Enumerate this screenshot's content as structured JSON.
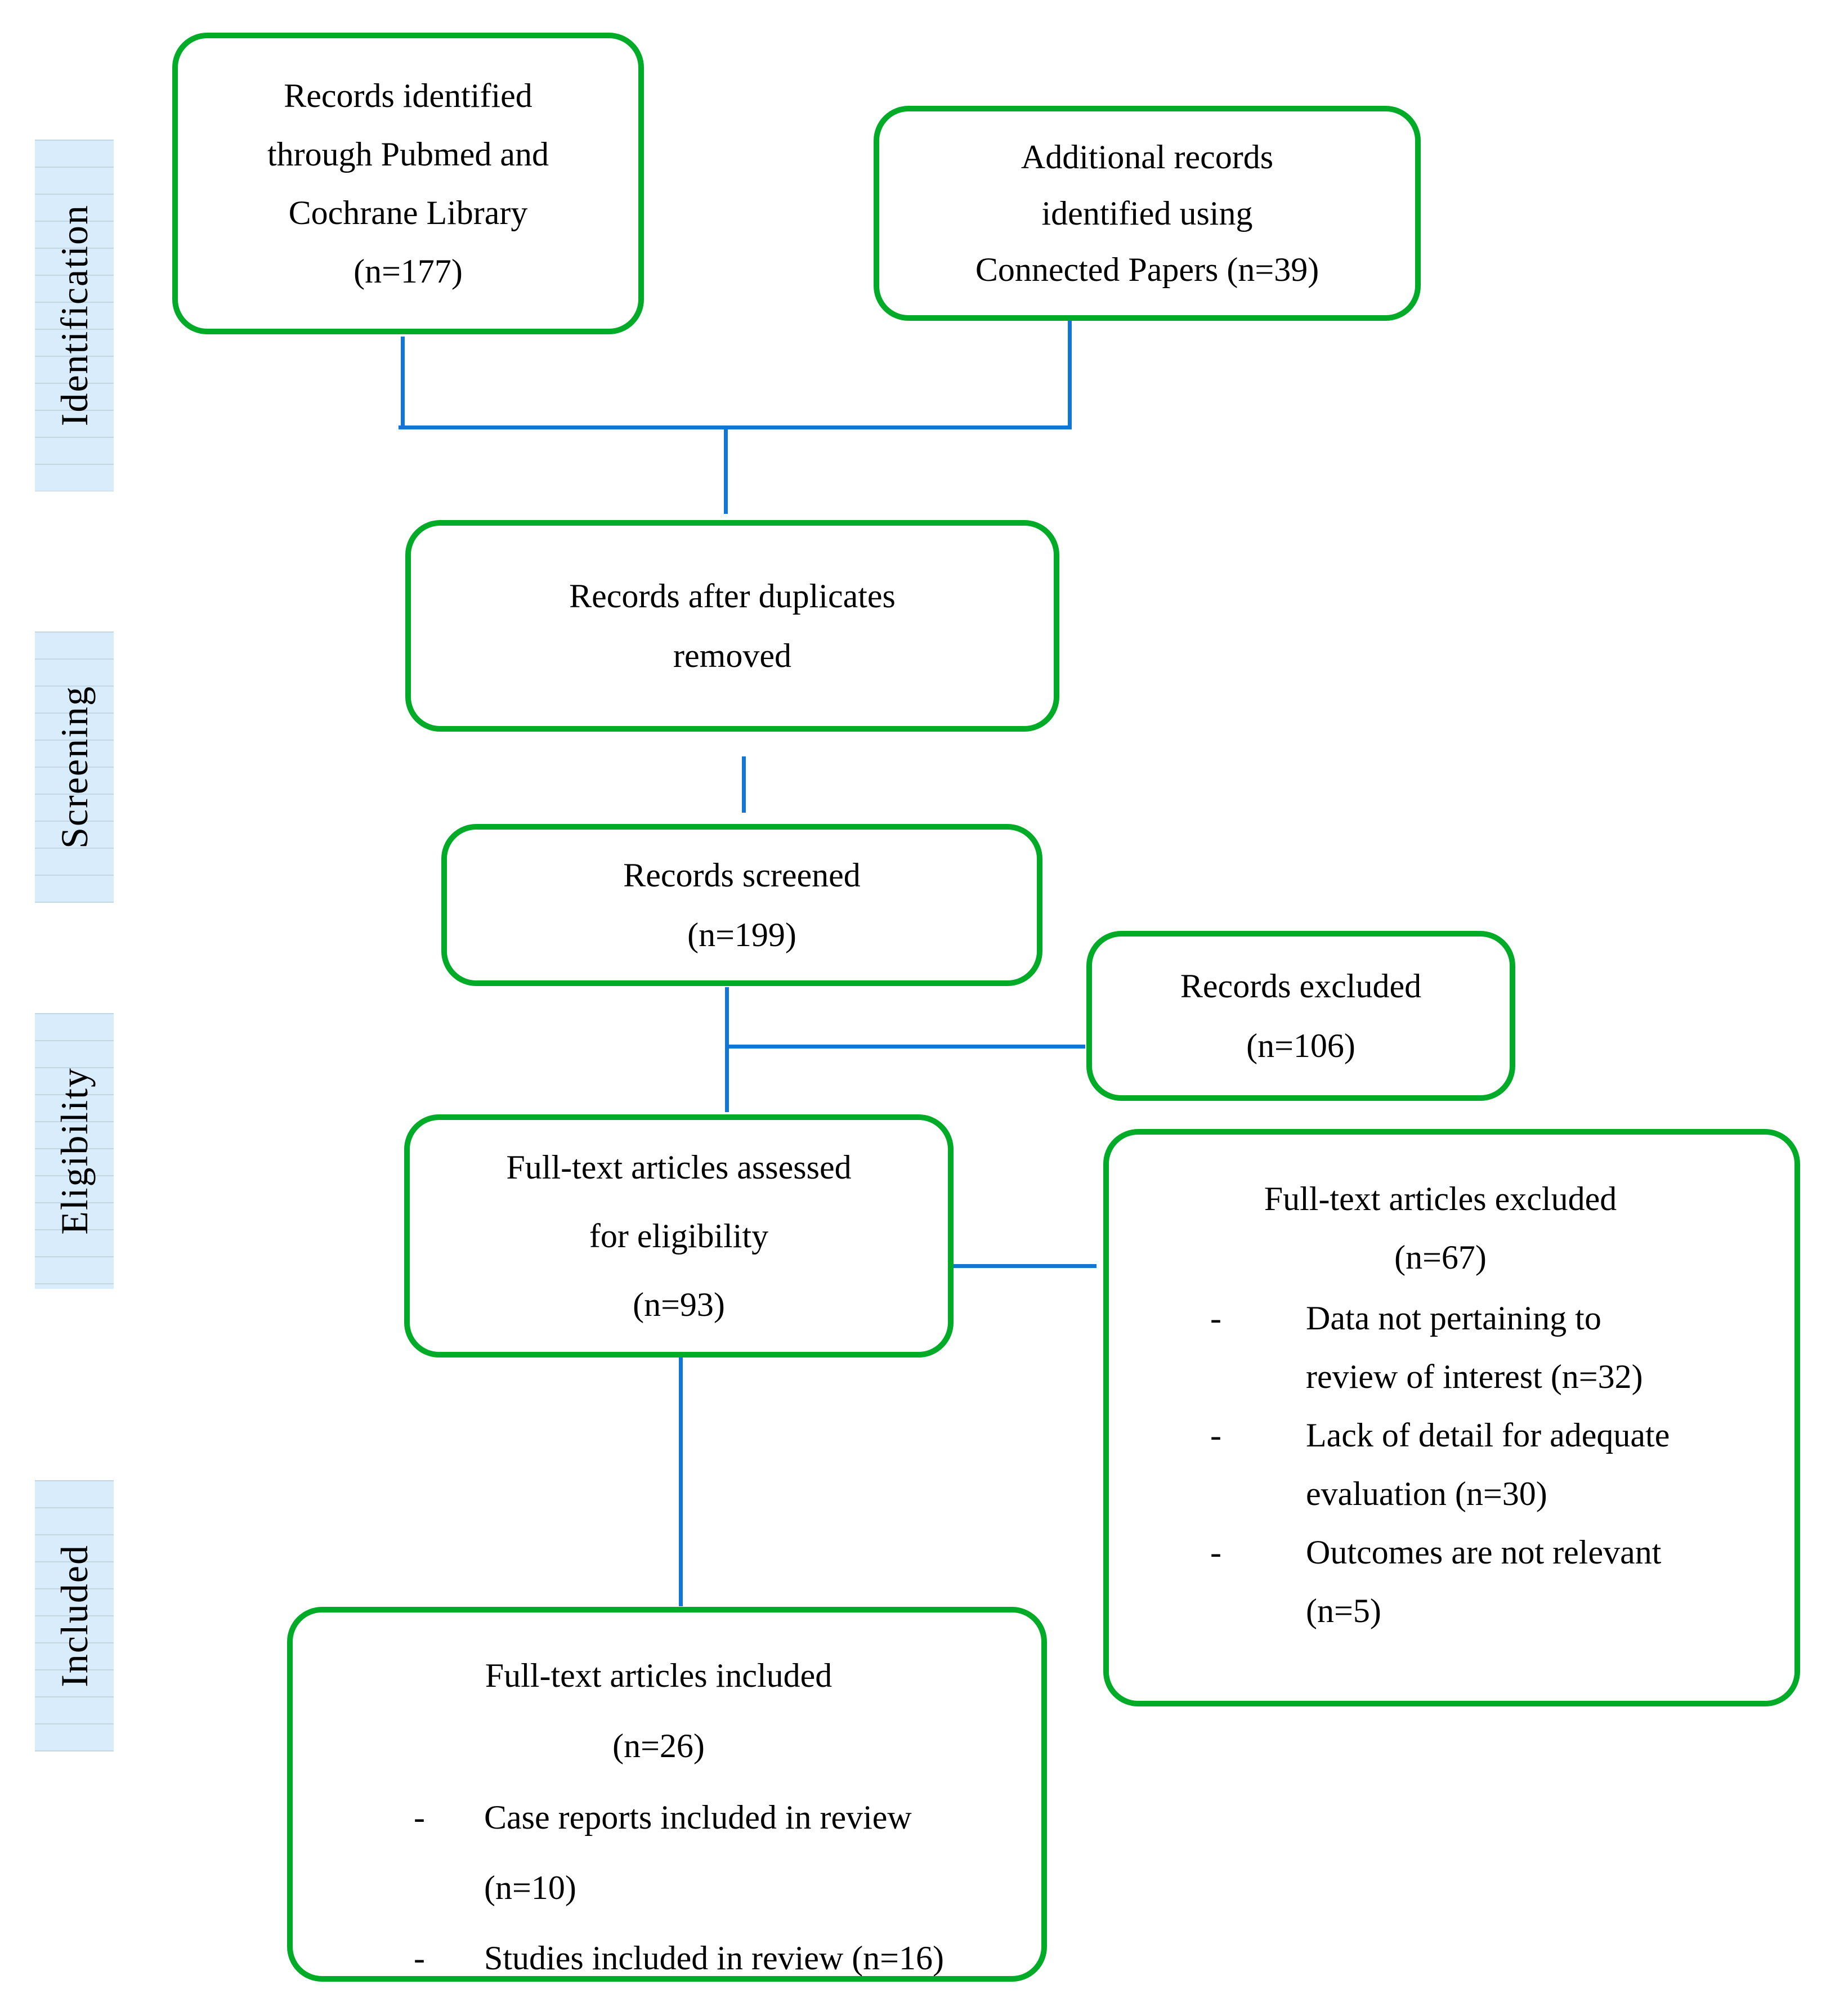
{
  "diagram_type": "prisma-flowchart",
  "colors": {
    "box_border_green": "#00AB28",
    "connector_blue": "#1176D4",
    "phase_label_fill": "#D8ECFB",
    "text": "#000000"
  },
  "bullet_marker": "-",
  "phases": [
    {
      "label": "Identification"
    },
    {
      "label": "Screening"
    },
    {
      "label": "Eligibility"
    },
    {
      "label": "Included"
    }
  ],
  "boxes": {
    "records_identified": {
      "lines": [
        "Records identified",
        "through Pubmed and",
        "Cochrane Library",
        "(n=177)"
      ]
    },
    "additional_records": {
      "lines": [
        "Additional records",
        "identified using",
        "Connected Papers (n=39)"
      ]
    },
    "duplicates_removed": {
      "lines": [
        "Records after duplicates",
        "removed"
      ]
    },
    "records_screened": {
      "lines": [
        "Records screened",
        "(n=199)"
      ]
    },
    "records_excluded": {
      "lines": [
        "Records excluded",
        "(n=106)"
      ]
    },
    "fulltext_assessed": {
      "lines": [
        "Full-text articles assessed",
        "for eligibility",
        "(n=93)"
      ]
    },
    "fulltext_excluded": {
      "title_lines": [
        "Full-text articles excluded",
        "(n=67)"
      ],
      "bullets": [
        {
          "lines": [
            "Data not pertaining to",
            "review of interest (n=32)"
          ]
        },
        {
          "lines": [
            "Lack of detail for adequate",
            "evaluation (n=30)"
          ]
        },
        {
          "lines": [
            "Outcomes are not relevant",
            "(n=5)"
          ]
        }
      ]
    },
    "fulltext_included": {
      "title_lines": [
        "Full-text articles included",
        "(n=26)"
      ],
      "bullets": [
        {
          "lines": [
            "Case reports included in review",
            "(n=10)"
          ]
        },
        {
          "lines": [
            "Studies included in review (n=16)"
          ]
        }
      ]
    }
  }
}
